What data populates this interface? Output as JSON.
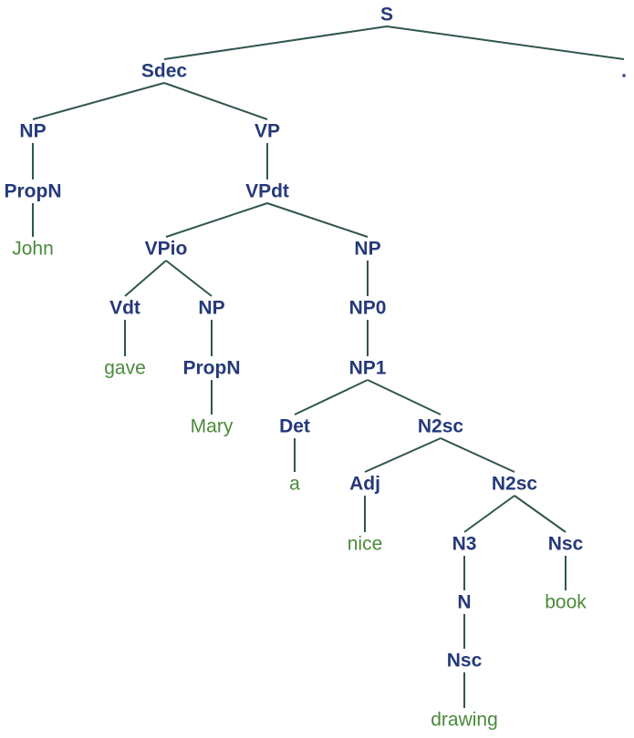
{
  "tree": {
    "nodes": [
      {
        "id": "S",
        "label": "S",
        "kind": "category",
        "parent": null
      },
      {
        "id": "Sdec",
        "label": "Sdec",
        "kind": "category",
        "parent": "S"
      },
      {
        "id": "dot",
        "label": ".",
        "kind": "category",
        "parent": "S"
      },
      {
        "id": "NP_subj",
        "label": "NP",
        "kind": "category",
        "parent": "Sdec"
      },
      {
        "id": "VP",
        "label": "VP",
        "kind": "category",
        "parent": "Sdec"
      },
      {
        "id": "PropN_john",
        "label": "PropN",
        "kind": "category",
        "parent": "NP_subj"
      },
      {
        "id": "John",
        "label": "John",
        "kind": "word",
        "parent": "PropN_john"
      },
      {
        "id": "VPdt",
        "label": "VPdt",
        "kind": "category",
        "parent": "VP"
      },
      {
        "id": "VPio",
        "label": "VPio",
        "kind": "category",
        "parent": "VPdt"
      },
      {
        "id": "NP_obj",
        "label": "NP",
        "kind": "category",
        "parent": "VPdt"
      },
      {
        "id": "Vdt",
        "label": "Vdt",
        "kind": "category",
        "parent": "VPio"
      },
      {
        "id": "NP_io",
        "label": "NP",
        "kind": "category",
        "parent": "VPio"
      },
      {
        "id": "gave",
        "label": "gave",
        "kind": "word",
        "parent": "Vdt"
      },
      {
        "id": "PropN_mary",
        "label": "PropN",
        "kind": "category",
        "parent": "NP_io"
      },
      {
        "id": "Mary",
        "label": "Mary",
        "kind": "word",
        "parent": "PropN_mary"
      },
      {
        "id": "NP0",
        "label": "NP0",
        "kind": "category",
        "parent": "NP_obj"
      },
      {
        "id": "NP1",
        "label": "NP1",
        "kind": "category",
        "parent": "NP0"
      },
      {
        "id": "Det",
        "label": "Det",
        "kind": "category",
        "parent": "NP1"
      },
      {
        "id": "N2sc_1",
        "label": "N2sc",
        "kind": "category",
        "parent": "NP1"
      },
      {
        "id": "a",
        "label": "a",
        "kind": "word",
        "parent": "Det"
      },
      {
        "id": "Adj",
        "label": "Adj",
        "kind": "category",
        "parent": "N2sc_1"
      },
      {
        "id": "N2sc_2",
        "label": "N2sc",
        "kind": "category",
        "parent": "N2sc_1"
      },
      {
        "id": "nice",
        "label": "nice",
        "kind": "word",
        "parent": "Adj"
      },
      {
        "id": "N3",
        "label": "N3",
        "kind": "category",
        "parent": "N2sc_2"
      },
      {
        "id": "Nsc_book",
        "label": "Nsc",
        "kind": "category",
        "parent": "N2sc_2"
      },
      {
        "id": "N",
        "label": "N",
        "kind": "category",
        "parent": "N3"
      },
      {
        "id": "book",
        "label": "book",
        "kind": "word",
        "parent": "Nsc_book"
      },
      {
        "id": "Nsc_drawing",
        "label": "Nsc",
        "kind": "category",
        "parent": "N"
      },
      {
        "id": "drawing",
        "label": "drawing",
        "kind": "word",
        "parent": "Nsc_drawing"
      }
    ]
  },
  "colors": {
    "category": "#25397a",
    "word": "#4a8a3a",
    "edge": "#2f5550",
    "background": "#ffffff"
  }
}
